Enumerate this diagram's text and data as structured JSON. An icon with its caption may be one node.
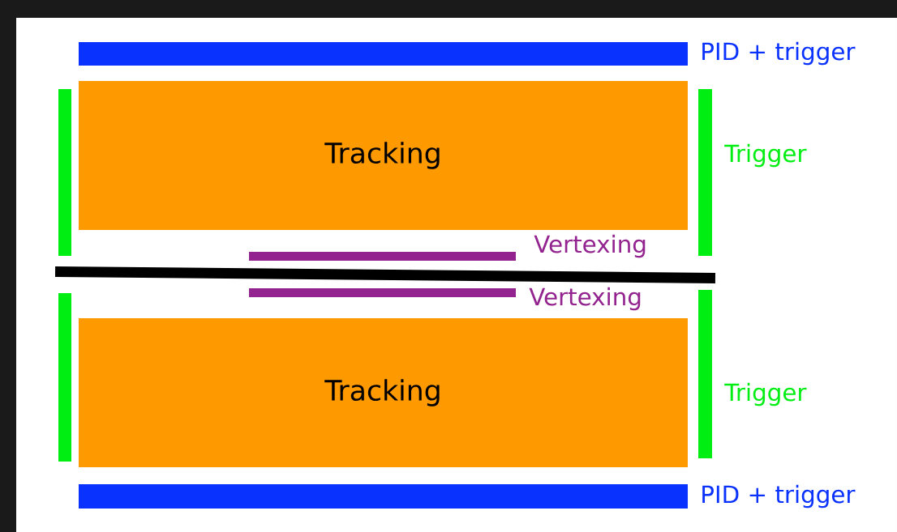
{
  "diagram": {
    "nodes": [
      {
        "text": [],
        "shape": "bar",
        "beside": [
          "PID + trigger"
        ]
      },
      {
        "text": [],
        "shape": "bar"
      },
      {
        "text": [
          "Tracking"
        ]
      },
      {
        "text": [],
        "shape": "bar",
        "beside": [
          "Trigger"
        ]
      },
      {
        "text": [],
        "shape": "bar",
        "beside": [
          "Vertexing"
        ]
      },
      {
        "text": [],
        "shape": "bar"
      },
      {
        "text": [],
        "shape": "bar",
        "beside": [
          "Vertexing"
        ]
      },
      {
        "text": [],
        "shape": "bar"
      },
      {
        "text": [],
        "shape": "bar",
        "beside": [
          "Trigger"
        ]
      },
      {
        "text": [
          "Tracking"
        ]
      },
      {
        "text": [],
        "shape": "bar",
        "beside": [
          "PID + trigger"
        ]
      }
    ]
  }
}
